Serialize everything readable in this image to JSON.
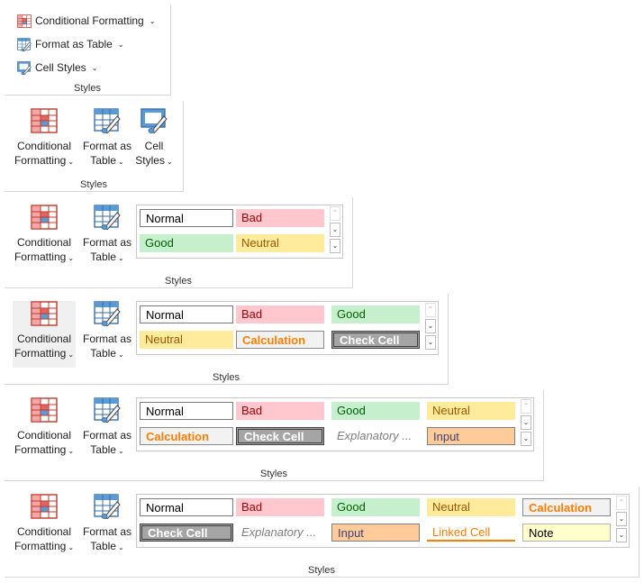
{
  "buttons": {
    "conditional_formatting": "Conditional Formatting",
    "format_as_table": "Format as Table",
    "cell_styles": "Cell Styles",
    "conditional": "Conditional",
    "formatting": "Formatting",
    "format_as": "Format as",
    "table": "Table",
    "cell": "Cell",
    "styles_word": "Styles"
  },
  "group_label": "Styles",
  "styles": {
    "normal": "Normal",
    "bad": "Bad",
    "good": "Good",
    "neutral": "Neutral",
    "calculation": "Calculation",
    "check_cell": "Check Cell",
    "explanatory": "Explanatory ...",
    "input": "Input",
    "linked_cell": "Linked Cell",
    "note": "Note"
  },
  "icons": {
    "conditional_formatting": "conditional-formatting-icon",
    "format_as_table": "format-as-table-icon",
    "cell_styles": "cell-styles-icon",
    "scroll_up": "chevron-up-icon",
    "scroll_down": "chevron-down-icon",
    "more": "more-gallery-icon"
  },
  "colors": {
    "bad_fill": "#ffc7ce",
    "good_fill": "#c6efce",
    "neutral_fill": "#ffeb9c",
    "input_fill": "#ffcc99",
    "note_fill": "#ffffcc",
    "calc_text": "#fa7d00"
  }
}
